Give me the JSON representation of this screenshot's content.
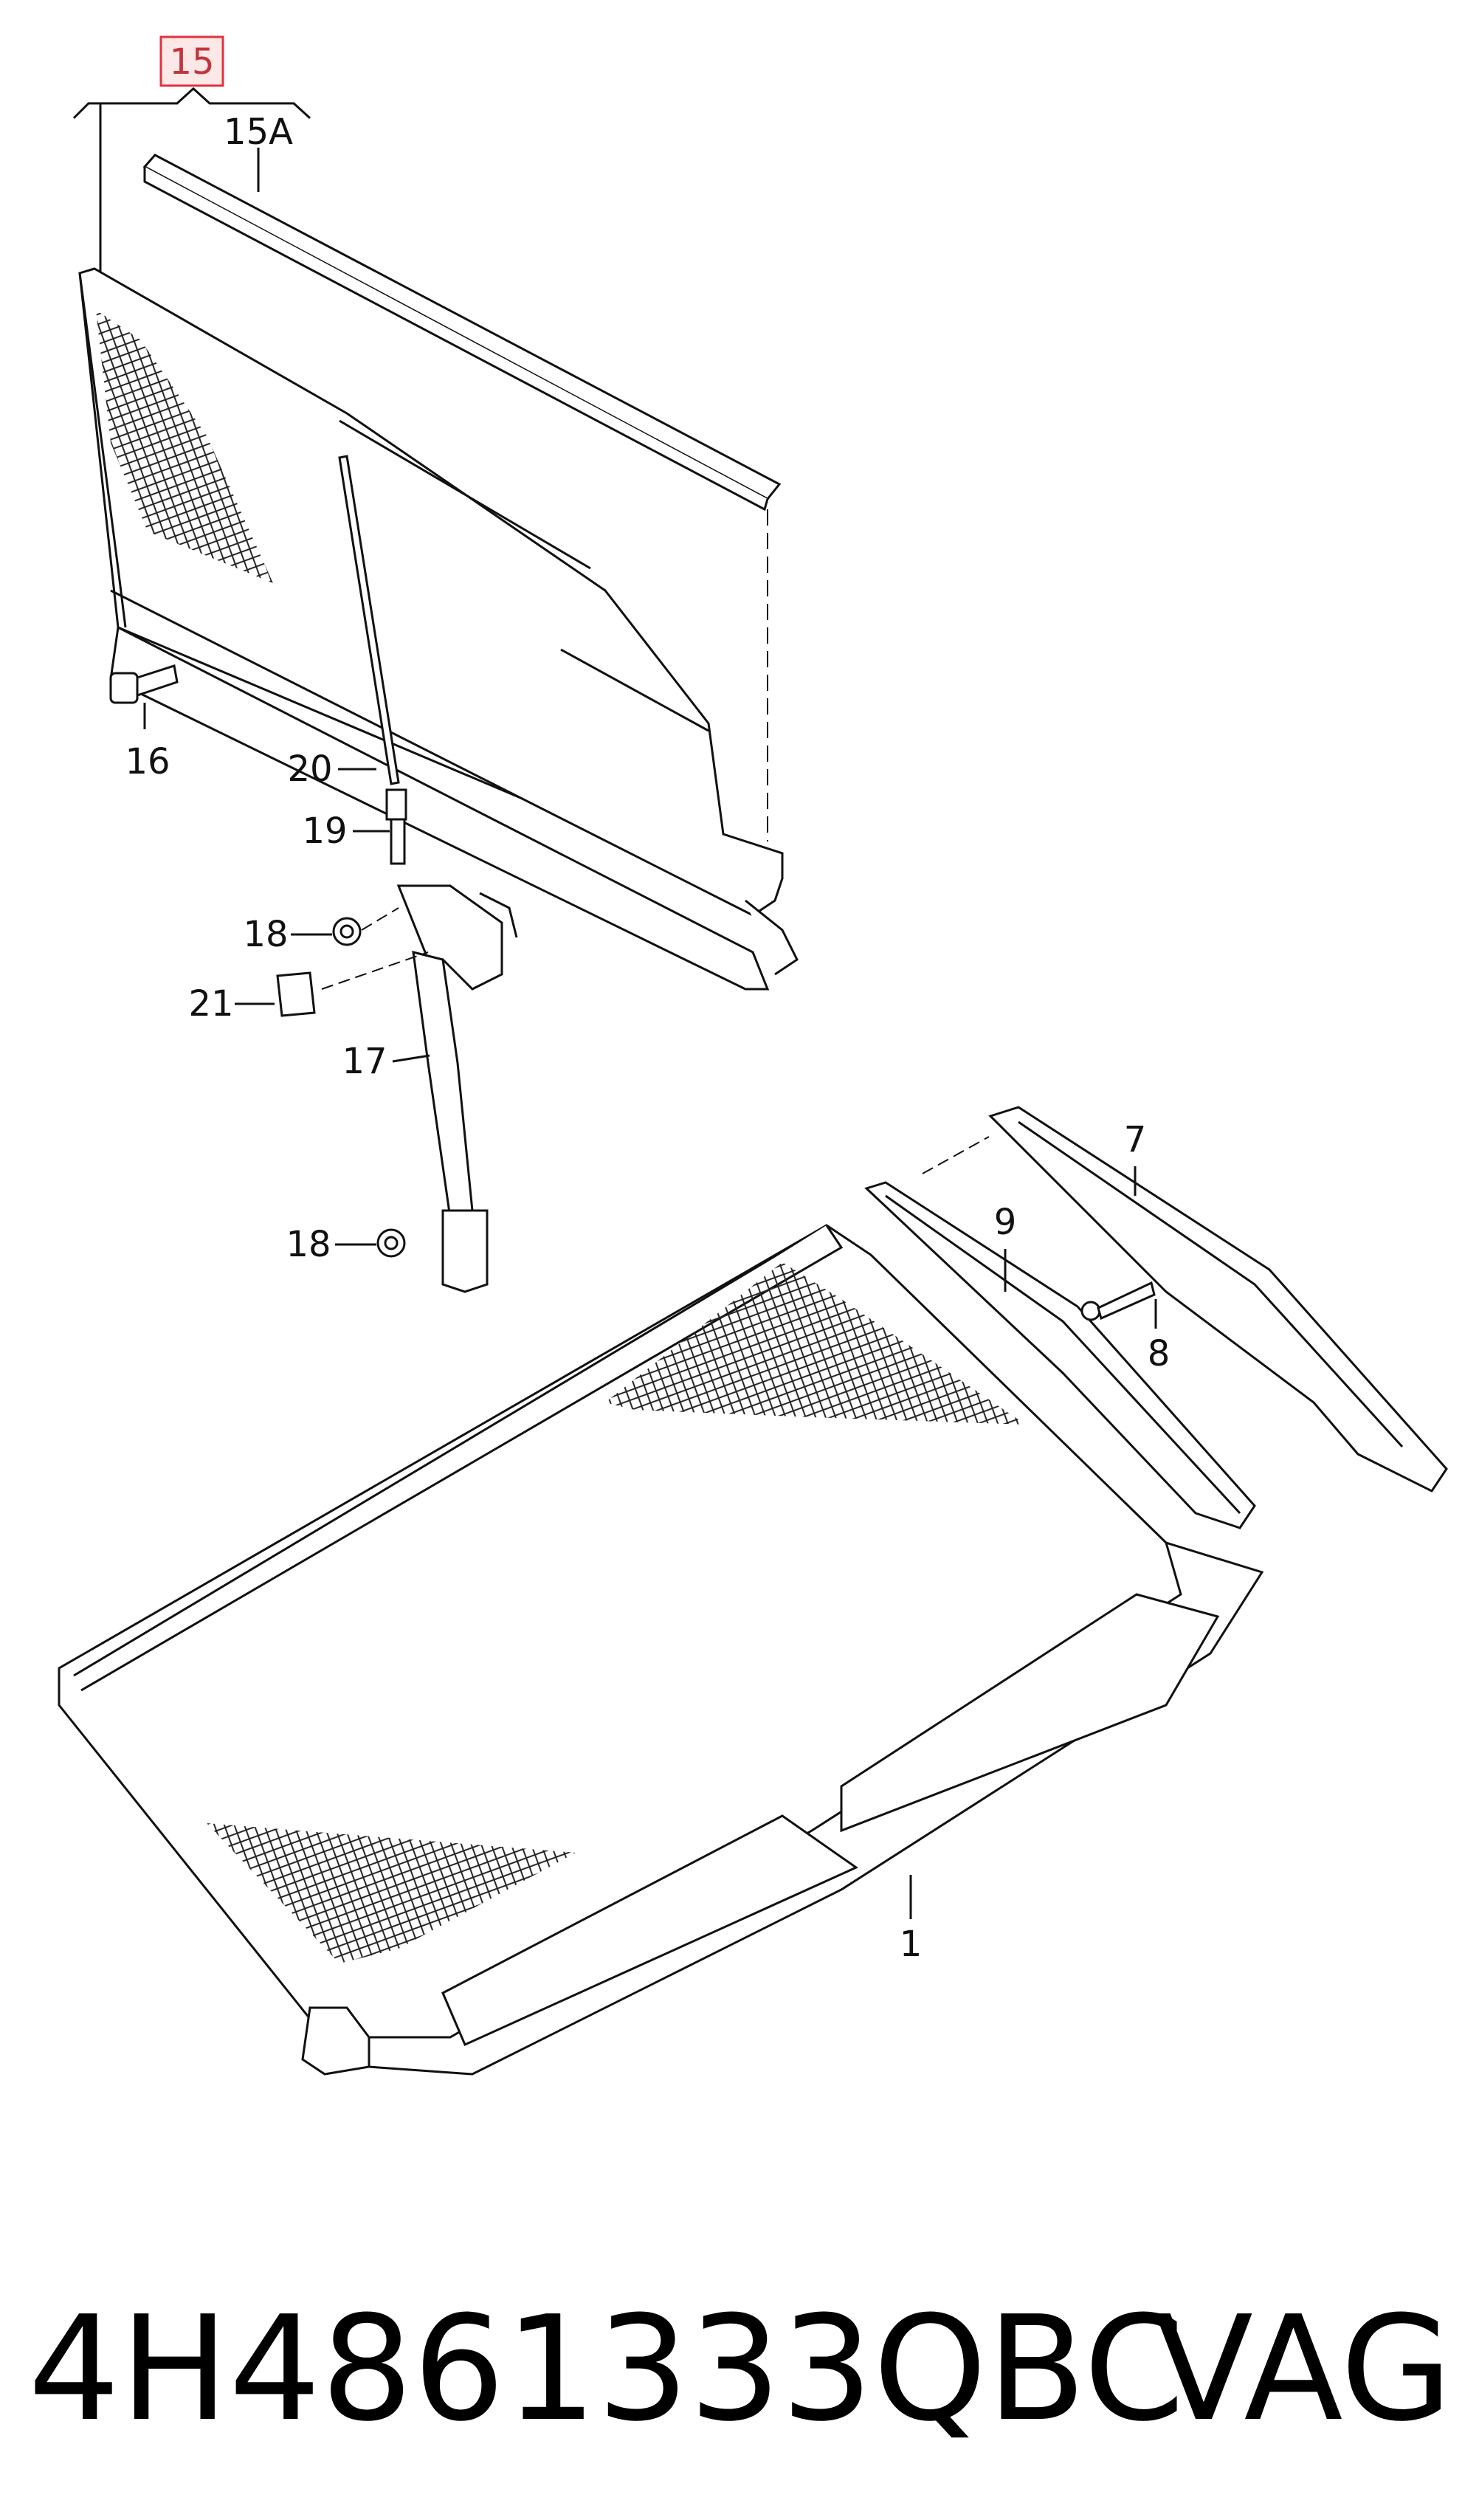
{
  "callouts": {
    "c15": "15",
    "c15a": "15A",
    "c16": "16",
    "c20": "20",
    "c19": "19",
    "c18a": "18",
    "c21": "21",
    "c17": "17",
    "c18b": "18",
    "c7": "7",
    "c9": "9",
    "c8": "8",
    "c1": "1"
  },
  "footer": {
    "part_number": "4H4861333QBC",
    "brand": "VAG"
  },
  "colors": {
    "line": "#111111",
    "callout_box": "#e3323b",
    "mesh": "#222222"
  }
}
